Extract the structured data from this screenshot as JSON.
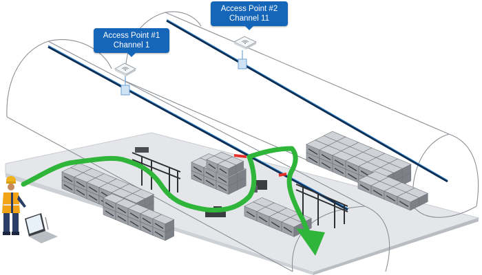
{
  "access_points": [
    {
      "name": "Access Point #1",
      "channel": "Channel 1"
    },
    {
      "name": "Access Point #2",
      "channel": "Channel 11"
    }
  ],
  "colors": {
    "label_bg": "#1565b8",
    "path_green": "#2fb53a",
    "coverage_gap_red": "#e5322d",
    "cable_blue": "#1f78c8",
    "floor": "#e4e6e9",
    "worker_vest": "#f2a414",
    "worker_clothes": "#2c3e66"
  },
  "icons": [
    "wifi-icon",
    "worker-icon",
    "laptop-icon",
    "arrow-icon"
  ]
}
